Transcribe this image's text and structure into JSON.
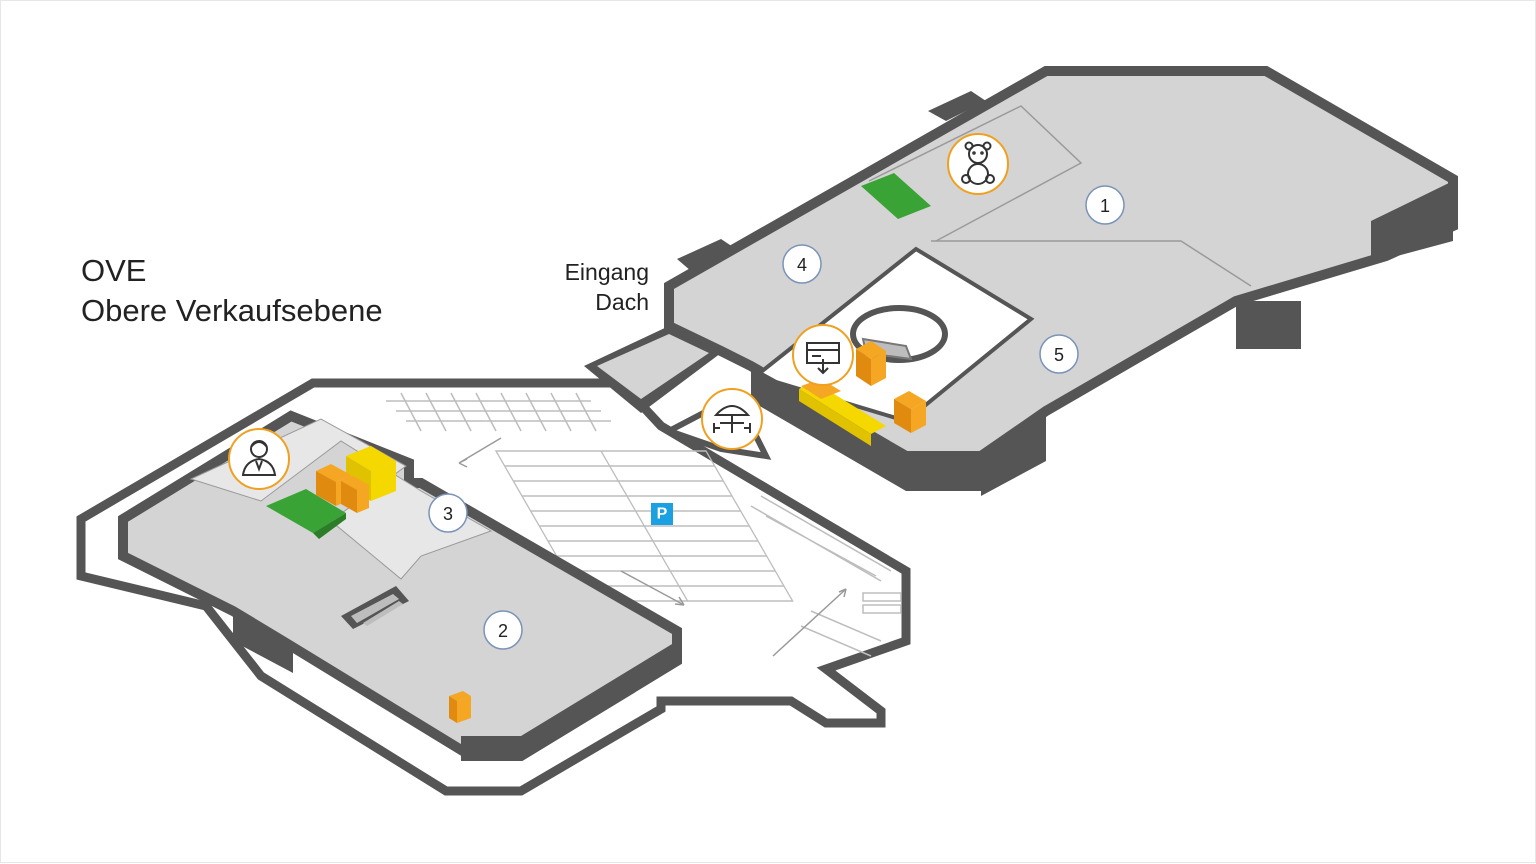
{
  "title": {
    "line1": "OVE",
    "line2": "Obere Verkaufsebene"
  },
  "entrance": {
    "line1": "Eingang",
    "line2": "Dach"
  },
  "markers": [
    {
      "id": "1",
      "label": "1"
    },
    {
      "id": "2",
      "label": "2"
    },
    {
      "id": "3",
      "label": "3"
    },
    {
      "id": "4",
      "label": "4"
    },
    {
      "id": "5",
      "label": "5"
    }
  ],
  "parking": {
    "label": "P",
    "color": "#1ba1e2"
  },
  "poi_icons": [
    {
      "name": "teddy-bear-icon",
      "meaning": "toys"
    },
    {
      "name": "customer-service-icon",
      "meaning": "service"
    },
    {
      "name": "cash-withdrawal-icon",
      "meaning": "atm"
    },
    {
      "name": "outdoor-seating-icon",
      "meaning": "terrace"
    }
  ],
  "colors": {
    "floor": "#d4d4d4",
    "wall": "#555555",
    "accent_ring": "#f0a020",
    "green": "#3aa335",
    "yellow": "#f5d800",
    "orange": "#f5a623"
  }
}
